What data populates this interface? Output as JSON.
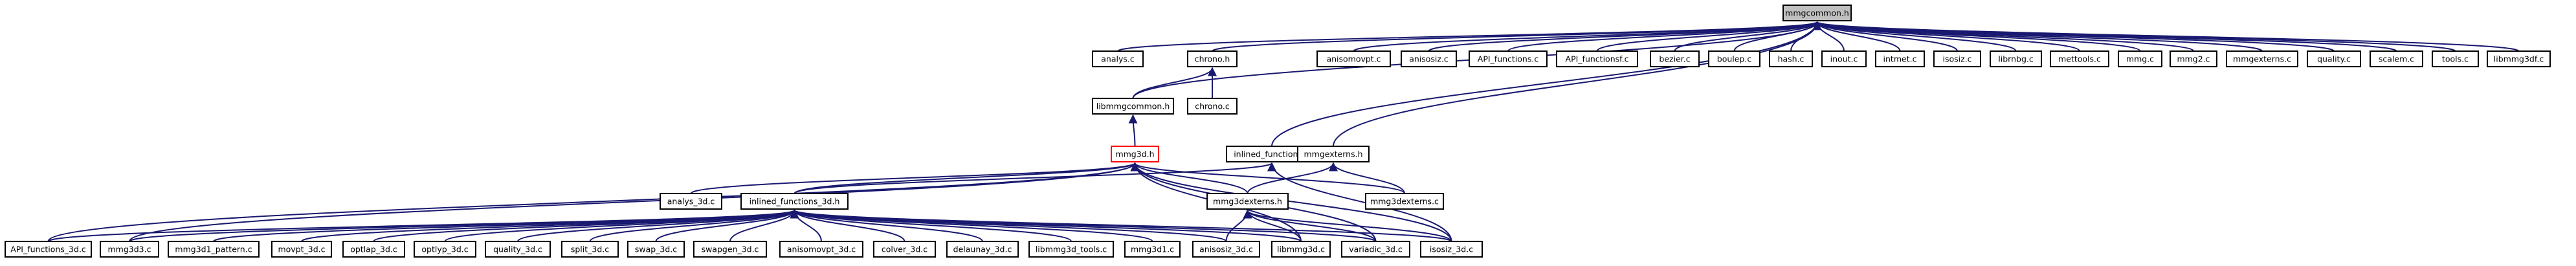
{
  "diagram": {
    "type": "include-dependency-graph",
    "edge_color": "#191970",
    "root_fill": "#bfbfbf",
    "highlight_border": "#ff0000",
    "nodes": [
      {
        "id": "mmgcommon_h",
        "label": "mmgcommon.h",
        "style": "root"
      },
      {
        "id": "analys_c",
        "label": "analys.c"
      },
      {
        "id": "chrono_h",
        "label": "chrono.h"
      },
      {
        "id": "anisomovpt_c",
        "label": "anisomovpt.c"
      },
      {
        "id": "anisosiz_c",
        "label": "anisosiz.c"
      },
      {
        "id": "API_functions_c",
        "label": "API_functions.c"
      },
      {
        "id": "API_functionsf_c",
        "label": "API_functionsf.c"
      },
      {
        "id": "bezier_c",
        "label": "bezier.c"
      },
      {
        "id": "boulep_c",
        "label": "boulep.c"
      },
      {
        "id": "hash_c",
        "label": "hash.c"
      },
      {
        "id": "inout_c",
        "label": "inout.c"
      },
      {
        "id": "intmet_c",
        "label": "intmet.c"
      },
      {
        "id": "isosiz_c",
        "label": "isosiz.c"
      },
      {
        "id": "librnbg_c",
        "label": "librnbg.c"
      },
      {
        "id": "mettools_c",
        "label": "mettools.c"
      },
      {
        "id": "mmg_c",
        "label": "mmg.c"
      },
      {
        "id": "mmg2_c",
        "label": "mmg2.c"
      },
      {
        "id": "mmgexterns_c",
        "label": "mmgexterns.c"
      },
      {
        "id": "quality_c",
        "label": "quality.c"
      },
      {
        "id": "scalem_c",
        "label": "scalem.c"
      },
      {
        "id": "tools_c",
        "label": "tools.c"
      },
      {
        "id": "libmmg3df_c",
        "label": "libmmg3df.c"
      },
      {
        "id": "libmmgcommon_h",
        "label": "libmmgcommon.h"
      },
      {
        "id": "chrono_c",
        "label": "chrono.c"
      },
      {
        "id": "mmg3d_h",
        "label": "mmg3d.h",
        "style": "highlight"
      },
      {
        "id": "inlined_functions_h",
        "label": "inlined_functions.h"
      },
      {
        "id": "mmgexterns_h",
        "label": "mmgexterns.h"
      },
      {
        "id": "analys_3d_c",
        "label": "analys_3d.c"
      },
      {
        "id": "inlined_functions_3d_h",
        "label": "inlined_functions_3d.h"
      },
      {
        "id": "mmg3dexterns_h",
        "label": "mmg3dexterns.h"
      },
      {
        "id": "mmg3dexterns_c",
        "label": "mmg3dexterns.c"
      },
      {
        "id": "API_functions_3d_c",
        "label": "API_functions_3d.c"
      },
      {
        "id": "mmg3d3_c",
        "label": "mmg3d3.c"
      },
      {
        "id": "mmg3d1_pattern_c",
        "label": "mmg3d1_pattern.c"
      },
      {
        "id": "movpt_3d_c",
        "label": "movpt_3d.c"
      },
      {
        "id": "optlap_3d_c",
        "label": "optlap_3d.c"
      },
      {
        "id": "optlyp_3d_c",
        "label": "optlyp_3d.c"
      },
      {
        "id": "quality_3d_c",
        "label": "quality_3d.c"
      },
      {
        "id": "split_3d_c",
        "label": "split_3d.c"
      },
      {
        "id": "swap_3d_c",
        "label": "swap_3d.c"
      },
      {
        "id": "swapgen_3d_c",
        "label": "swapgen_3d.c"
      },
      {
        "id": "anisomovpt_3d_c",
        "label": "anisomovpt_3d.c"
      },
      {
        "id": "colver_3d_c",
        "label": "colver_3d.c"
      },
      {
        "id": "delaunay_3d_c",
        "label": "delaunay_3d.c"
      },
      {
        "id": "libmmg3d_tools_c",
        "label": "libmmg3d_tools.c"
      },
      {
        "id": "mmg3d1_c",
        "label": "mmg3d1.c"
      },
      {
        "id": "anisosiz_3d_c",
        "label": "anisosiz_3d.c"
      },
      {
        "id": "libmmg3d_c",
        "label": "libmmg3d.c"
      },
      {
        "id": "variadic_3d_c",
        "label": "variadic_3d.c"
      },
      {
        "id": "isosiz_3d_c",
        "label": "isosiz_3d.c"
      }
    ],
    "edges": [
      [
        "analys_c",
        "mmgcommon_h"
      ],
      [
        "chrono_h",
        "mmgcommon_h"
      ],
      [
        "anisomovpt_c",
        "mmgcommon_h"
      ],
      [
        "anisosiz_c",
        "mmgcommon_h"
      ],
      [
        "API_functions_c",
        "mmgcommon_h"
      ],
      [
        "API_functionsf_c",
        "mmgcommon_h"
      ],
      [
        "bezier_c",
        "mmgcommon_h"
      ],
      [
        "boulep_c",
        "mmgcommon_h"
      ],
      [
        "hash_c",
        "mmgcommon_h"
      ],
      [
        "inout_c",
        "mmgcommon_h"
      ],
      [
        "intmet_c",
        "mmgcommon_h"
      ],
      [
        "isosiz_c",
        "mmgcommon_h"
      ],
      [
        "librnbg_c",
        "mmgcommon_h"
      ],
      [
        "mettools_c",
        "mmgcommon_h"
      ],
      [
        "mmg_c",
        "mmgcommon_h"
      ],
      [
        "mmg2_c",
        "mmgcommon_h"
      ],
      [
        "mmgexterns_c",
        "mmgcommon_h"
      ],
      [
        "quality_c",
        "mmgcommon_h"
      ],
      [
        "scalem_c",
        "mmgcommon_h"
      ],
      [
        "tools_c",
        "mmgcommon_h"
      ],
      [
        "libmmg3df_c",
        "mmgcommon_h"
      ],
      [
        "libmmgcommon_h",
        "mmgcommon_h"
      ],
      [
        "inlined_functions_h",
        "mmgcommon_h"
      ],
      [
        "mmgexterns_h",
        "mmgcommon_h"
      ],
      [
        "libmmgcommon_h",
        "chrono_h"
      ],
      [
        "chrono_c",
        "chrono_h"
      ],
      [
        "mmg3d_h",
        "libmmgcommon_h"
      ],
      [
        "analys_3d_c",
        "mmg3d_h"
      ],
      [
        "inlined_functions_3d_h",
        "mmg3d_h"
      ],
      [
        "mmg3dexterns_h",
        "mmg3d_h"
      ],
      [
        "mmg3dexterns_c",
        "mmg3d_h"
      ],
      [
        "API_functions_3d_c",
        "mmg3d_h"
      ],
      [
        "mmg3d3_c",
        "mmg3d_h"
      ],
      [
        "libmmg3d_c",
        "mmg3d_h"
      ],
      [
        "variadic_3d_c",
        "mmg3d_h"
      ],
      [
        "isosiz_3d_c",
        "mmg3d_h"
      ],
      [
        "inlined_functions_3d_h",
        "inlined_functions_h"
      ],
      [
        "isosiz_3d_c",
        "inlined_functions_h"
      ],
      [
        "mmg3dexterns_h",
        "mmgexterns_h"
      ],
      [
        "mmg3dexterns_c",
        "mmgexterns_h"
      ],
      [
        "API_functions_3d_c",
        "inlined_functions_3d_h"
      ],
      [
        "mmg3d3_c",
        "inlined_functions_3d_h"
      ],
      [
        "mmg3d1_pattern_c",
        "inlined_functions_3d_h"
      ],
      [
        "movpt_3d_c",
        "inlined_functions_3d_h"
      ],
      [
        "optlap_3d_c",
        "inlined_functions_3d_h"
      ],
      [
        "optlyp_3d_c",
        "inlined_functions_3d_h"
      ],
      [
        "quality_3d_c",
        "inlined_functions_3d_h"
      ],
      [
        "split_3d_c",
        "inlined_functions_3d_h"
      ],
      [
        "swap_3d_c",
        "inlined_functions_3d_h"
      ],
      [
        "swapgen_3d_c",
        "inlined_functions_3d_h"
      ],
      [
        "anisomovpt_3d_c",
        "inlined_functions_3d_h"
      ],
      [
        "colver_3d_c",
        "inlined_functions_3d_h"
      ],
      [
        "delaunay_3d_c",
        "inlined_functions_3d_h"
      ],
      [
        "libmmg3d_tools_c",
        "inlined_functions_3d_h"
      ],
      [
        "mmg3d1_c",
        "inlined_functions_3d_h"
      ],
      [
        "anisosiz_3d_c",
        "inlined_functions_3d_h"
      ],
      [
        "libmmg3d_c",
        "inlined_functions_3d_h"
      ],
      [
        "variadic_3d_c",
        "inlined_functions_3d_h"
      ],
      [
        "isosiz_3d_c",
        "inlined_functions_3d_h"
      ],
      [
        "anisosiz_3d_c",
        "mmg3dexterns_h"
      ],
      [
        "libmmg3d_c",
        "mmg3dexterns_h"
      ],
      [
        "variadic_3d_c",
        "mmg3dexterns_h"
      ],
      [
        "isosiz_3d_c",
        "mmg3dexterns_h"
      ]
    ]
  }
}
